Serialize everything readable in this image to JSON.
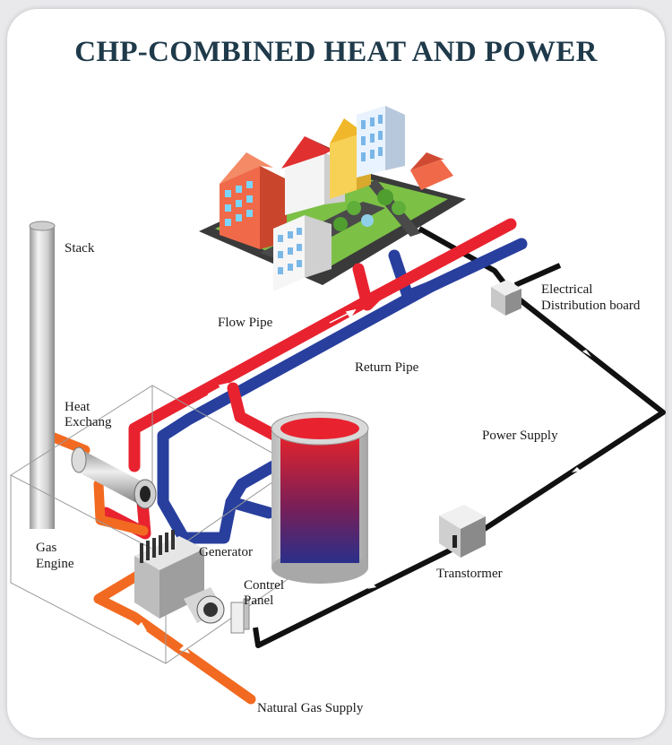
{
  "title": "CHP-COMBINED HEAT AND POWER",
  "colors": {
    "title": "#1f3a4a",
    "flow_pipe": "#e8232f",
    "return_pipe": "#283f9e",
    "gas_pipe": "#f26a21",
    "power_line": "#111111"
  },
  "labels": {
    "stack": "Stack",
    "heat_exchanger_line1": "Heat",
    "heat_exchanger_line2": "Exchang",
    "gas_engine_line1": "Gas",
    "gas_engine_line2": "Engine",
    "generator": "Generator",
    "control_panel_line1": "Contrel",
    "control_panel_line2": "Panel",
    "flow_pipe": "Flow Pipe",
    "return_pipe": "Return Pipe",
    "electrical_line1": "Electrical",
    "electrical_line2": "Distribution board",
    "power_supply": "Power Supply",
    "transformer": "Transtormer",
    "natural_gas": "Natural Gas Supply"
  },
  "icons": [
    "city-icon",
    "stack-icon",
    "heat-exchanger-icon",
    "gas-engine-icon",
    "generator-icon",
    "control-panel-icon",
    "storage-tank-icon",
    "transformer-icon",
    "distribution-board-icon"
  ]
}
